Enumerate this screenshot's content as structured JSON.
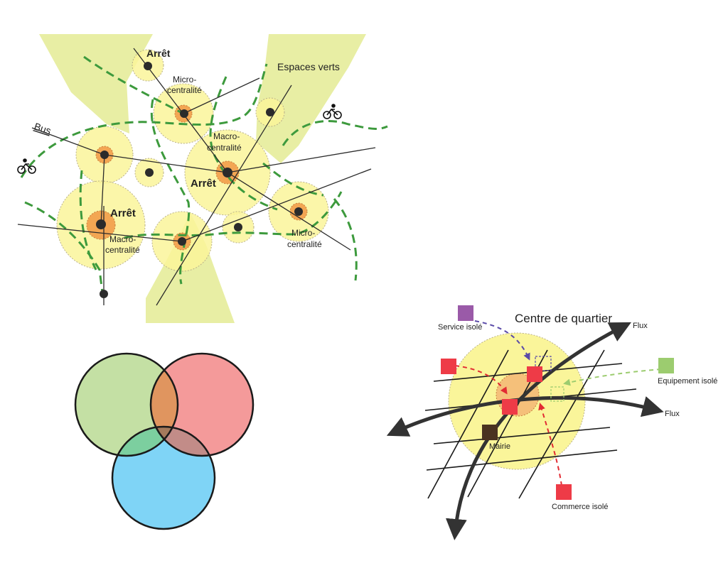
{
  "network": {
    "labels": {
      "arret": "Arrêt",
      "micro_line1": "Micro-",
      "micro_line2": "centralité",
      "macro_line1": "Macro-",
      "macro_line2": "centralité",
      "espaces_verts": "Espaces verts",
      "bus": "Bus"
    },
    "colors": {
      "green_area": "#e8eea4",
      "yellow_zone": "#faf59a",
      "orange_core": "#f3a653",
      "dashed_path": "#3d9a3d",
      "node": "#2b2b2b"
    }
  },
  "venn": {
    "colors": {
      "green": "#c4e0a4",
      "red": "#f49a9a",
      "blue": "#7fd4f6",
      "green_red_overlap": "#e0955f",
      "green_blue_overlap": "#7ccf9f",
      "red_blue_overlap": "#c28c88",
      "triple_overlap": "#a47a5c"
    }
  },
  "quartier": {
    "title": "Centre de quartier",
    "flux_label": "Flux",
    "service_isole": "Service isolé",
    "equipement_isole": "Equipement isolé",
    "commerce_isole": "Commerce isolé",
    "mairie": "Mairie",
    "colors": {
      "zone": "#faf59a",
      "core": "#f5c07a",
      "service": "#9a5aa8",
      "equipement": "#9ccc6f",
      "commerce": "#ee3b47",
      "mairie": "#4a3321",
      "arrow": "#333333"
    }
  }
}
